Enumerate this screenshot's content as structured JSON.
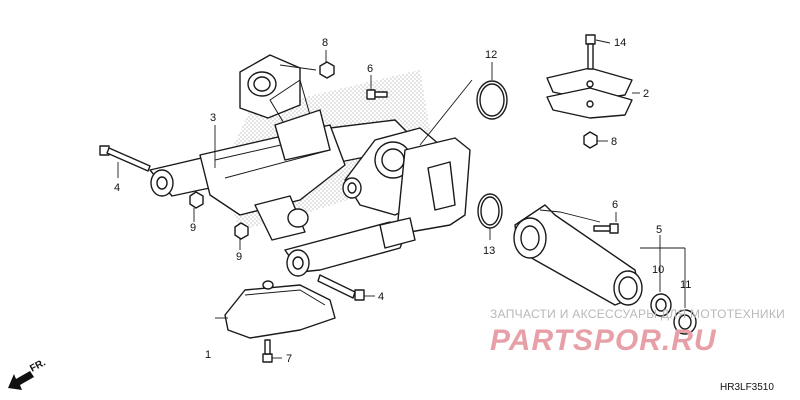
{
  "callouts": [
    {
      "id": "1",
      "label": "1"
    },
    {
      "id": "2",
      "label": "2"
    },
    {
      "id": "3",
      "label": "3"
    },
    {
      "id": "4a",
      "label": "4"
    },
    {
      "id": "4b",
      "label": "4"
    },
    {
      "id": "5",
      "label": "5"
    },
    {
      "id": "6a",
      "label": "6"
    },
    {
      "id": "6b",
      "label": "6"
    },
    {
      "id": "7",
      "label": "7"
    },
    {
      "id": "8a",
      "label": "8"
    },
    {
      "id": "8b",
      "label": "8"
    },
    {
      "id": "9a",
      "label": "9"
    },
    {
      "id": "9b",
      "label": "9"
    },
    {
      "id": "10",
      "label": "10"
    },
    {
      "id": "11",
      "label": "11"
    },
    {
      "id": "12",
      "label": "12"
    },
    {
      "id": "13",
      "label": "13"
    },
    {
      "id": "14",
      "label": "14"
    }
  ],
  "direction_marker": "FR.",
  "diagram_code": "HR3LF3510",
  "watermark": {
    "caption": "ЗАПЧАСТИ И АКСЕССУАРЫ ДЛЯ МОТОТЕХНИКИ",
    "logo": "PARTSPOR.RU"
  },
  "colors": {
    "line": "#1a1a1a",
    "watermark_caption": "#b8b8b8",
    "watermark_logo": "#e8a0a8"
  },
  "icons": {
    "direction_arrow": "arrow-down-left-icon"
  }
}
